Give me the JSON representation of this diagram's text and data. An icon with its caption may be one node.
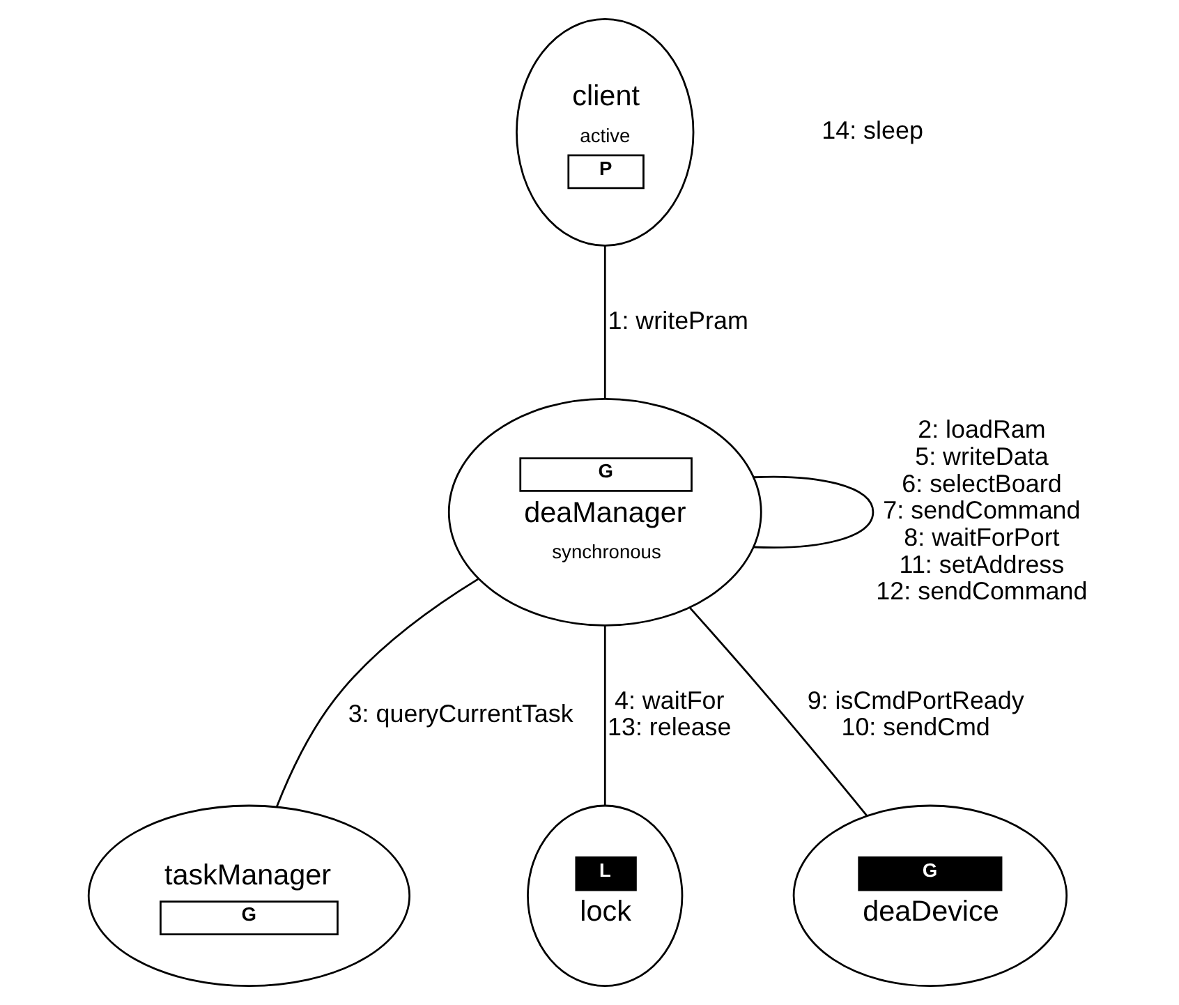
{
  "diagram": {
    "nodes": [
      {
        "text": [
          "client",
          "active",
          "P"
        ]
      },
      {
        "text": [
          "G",
          "deaManager",
          "synchronous"
        ]
      },
      {
        "text": [
          "taskManager",
          "G"
        ]
      },
      {
        "text": [
          "L",
          "lock"
        ]
      },
      {
        "text": [
          "G",
          "deaDevice"
        ]
      }
    ],
    "edges": [
      {
        "from": 0,
        "to": 1,
        "arrow": "none",
        "label": "1: writePram"
      },
      {
        "from": 1,
        "to": 1,
        "arrow": "none",
        "label": "2: loadRam 5: writeData 6: selectBoard 7: sendCommand 8: waitForPort 11: setAddress 12: sendCommand"
      },
      {
        "from": 1,
        "to": 2,
        "arrow": "none",
        "label": "3: queryCurrentTask"
      },
      {
        "from": 1,
        "to": 3,
        "arrow": "none",
        "label": "4: waitFor 13: release"
      },
      {
        "from": 1,
        "to": 4,
        "arrow": "none",
        "label": "9: isCmdPortReady 10: sendCmd"
      }
    ],
    "labels": [
      "14: sleep"
    ]
  }
}
